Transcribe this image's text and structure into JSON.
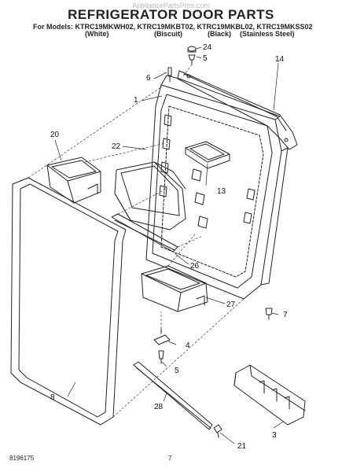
{
  "header": {
    "watermark": "AppliancePartsPros.com",
    "title": "REFRIGERATOR DOOR PARTS",
    "models_line": "For Models: KTRC19MKWH02, KTRC19MKBT02, KTRC19MKBL02, KTRC19MKSS02",
    "finishes": [
      "(White)",
      "(Biscuit)",
      "(Black)",
      "(Stainless Steel)"
    ]
  },
  "callouts": [
    "24",
    "5",
    "14",
    "6",
    "1",
    "20",
    "22",
    "13",
    "26",
    "27",
    "7",
    "4",
    "5",
    "8",
    "28",
    "21",
    "3"
  ],
  "footer": {
    "doc_number": "8196175",
    "page_number": "7"
  },
  "colors": {
    "line": "#222222",
    "shade": "#9a9a9a",
    "watermark": "#b8b8b8"
  }
}
